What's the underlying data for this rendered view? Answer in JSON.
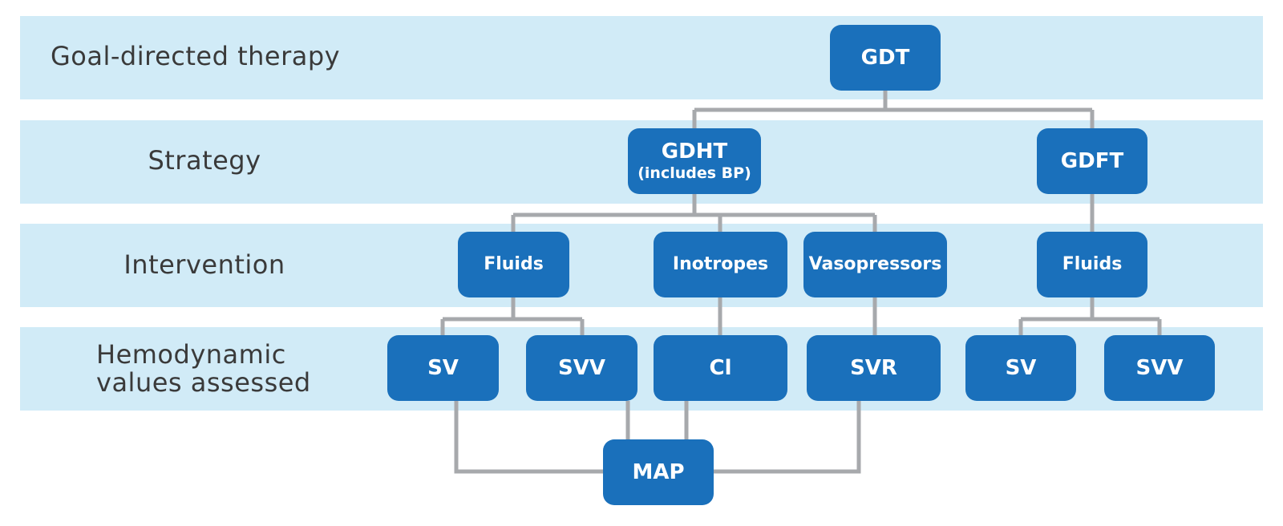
{
  "rows": {
    "goal": "Goal-directed therapy",
    "strategy": "Strategy",
    "intervention": "Intervention",
    "hemo_line1": "Hemodynamic",
    "hemo_line2": "values assessed"
  },
  "nodes": {
    "gdt": "GDT",
    "gdht": "GDHT",
    "gdht_sub": "(includes BP)",
    "gdft": "GDFT",
    "fluids_left": "Fluids",
    "inotropes": "Inotropes",
    "vasopressors": "Vasopressors",
    "fluids_right": "Fluids",
    "sv_left": "SV",
    "svv_left": "SVV",
    "ci": "Cl",
    "svr": "SVR",
    "sv_right": "SV",
    "svv_right": "SVV",
    "map": "MAP"
  },
  "colors": {
    "band": "#d1ebf7",
    "node": "#1a70bb",
    "connector": "#a7a9ac",
    "label_text": "#3a3a3a"
  }
}
